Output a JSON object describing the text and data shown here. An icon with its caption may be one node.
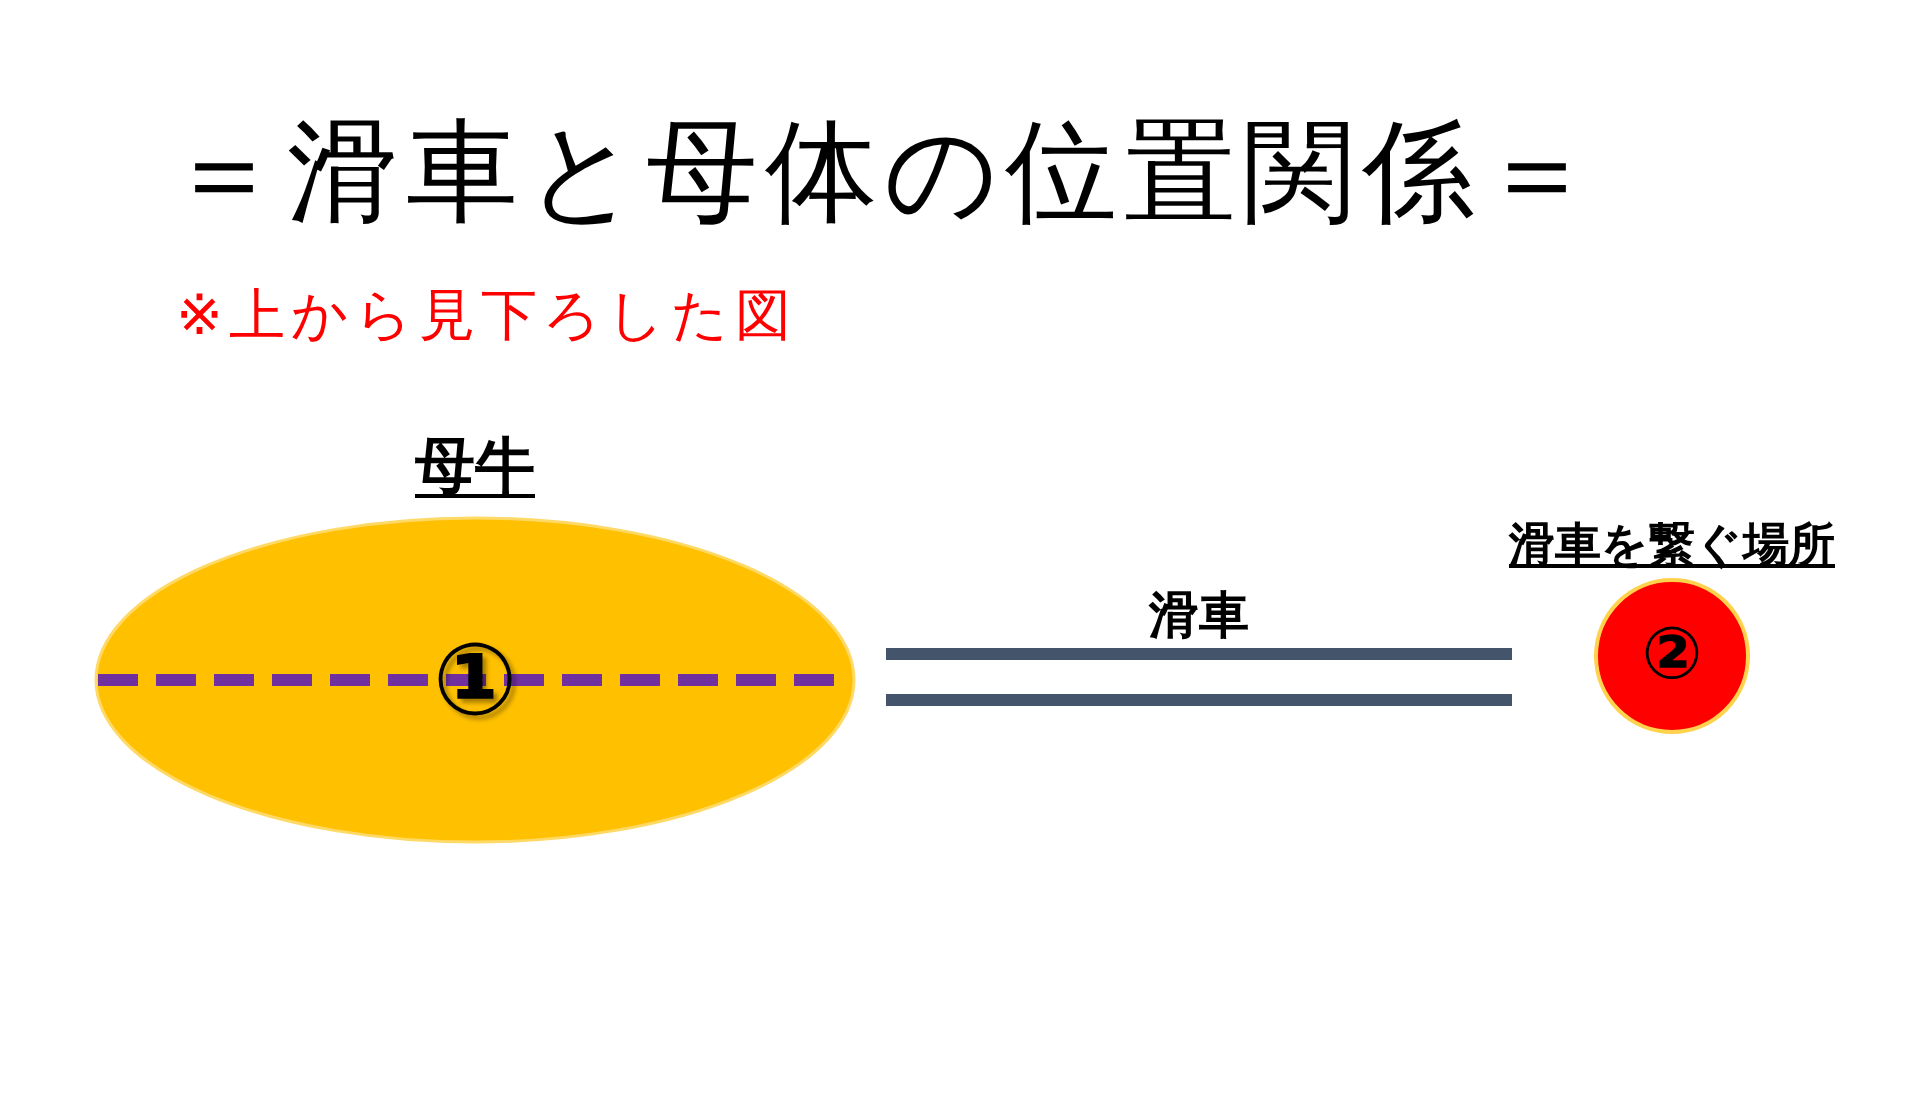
{
  "diagram": {
    "title": "＝滑車と母体の位置関係＝",
    "nodes": [
      {
        "text": [
          "母牛",
          "①"
        ]
      },
      {
        "text": [
          "滑車"
        ]
      },
      {
        "text": [
          "滑車を繋ぐ場所",
          "②"
        ]
      }
    ],
    "labels": [
      "※上から見下ろした図"
    ]
  }
}
